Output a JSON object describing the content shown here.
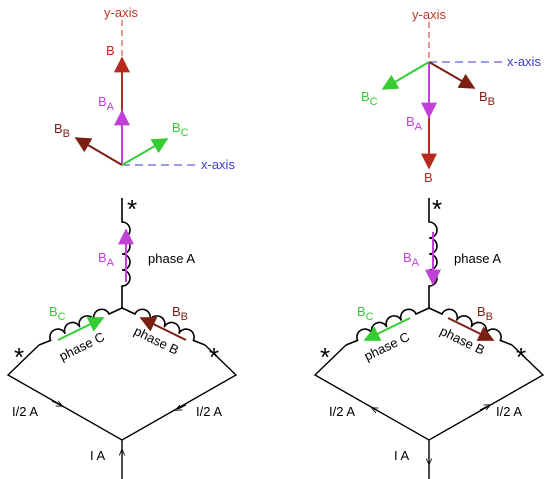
{
  "colors": {
    "wire": "#000000",
    "axis_y": "#c0392b",
    "axis_x": "#3a3ad6",
    "field_B": "#b52a1c",
    "field_BA": "#c040d8",
    "field_BB": "#7a1f12",
    "field_BC": "#33cc33"
  },
  "left": {
    "y_axis_label": "y-axis",
    "x_axis_label": "x-axis",
    "b_label": "B",
    "ba_vec_label": "B",
    "ba_vec_sub": "A",
    "bb_vec_label": "B",
    "bb_vec_sub": "B",
    "bc_vec_label": "B",
    "bc_vec_sub": "C",
    "star_top": "*",
    "coil_ba_label": "B",
    "coil_ba_sub": "A",
    "phase_a": "phase A",
    "coil_bc_label": "B",
    "coil_bc_sub": "C",
    "coil_bb_label": "B",
    "coil_bb_sub": "B",
    "phase_c": "phase C",
    "phase_b": "phase B",
    "star_left": "*",
    "star_right": "*",
    "current_left": "I/2 A",
    "current_right": "I/2 A",
    "current_bottom": "I A"
  },
  "right": {
    "y_axis_label": "y-axis",
    "x_axis_label": "x-axis",
    "b_label": "B",
    "ba_vec_label": "B",
    "ba_vec_sub": "A",
    "bb_vec_label": "B",
    "bb_vec_sub": "B",
    "bc_vec_label": "B",
    "bc_vec_sub": "C",
    "star_top": "*",
    "coil_ba_label": "B",
    "coil_ba_sub": "A",
    "phase_a": "phase A",
    "coil_bc_label": "B",
    "coil_bc_sub": "C",
    "coil_bb_label": "B",
    "coil_bb_sub": "B",
    "phase_c": "phase C",
    "phase_b": "phase B",
    "star_left": "*",
    "star_right": "*",
    "current_left": "I/2 A",
    "current_right": "I/2 A",
    "current_bottom": "I A"
  }
}
